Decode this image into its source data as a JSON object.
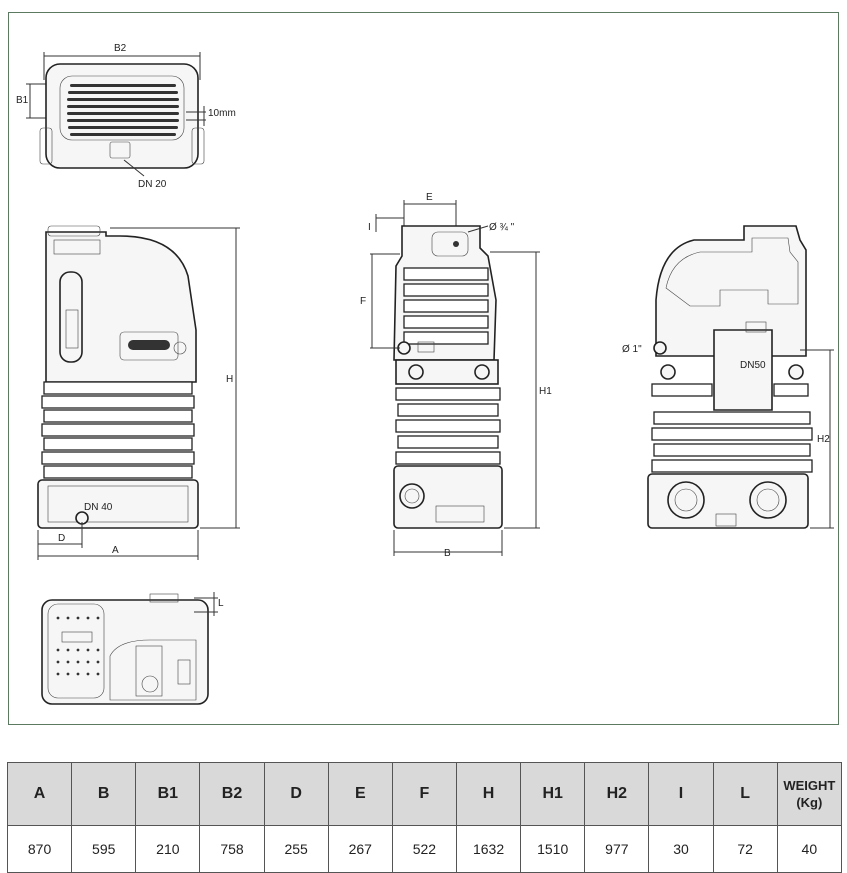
{
  "drawing": {
    "top_view": {
      "dim_b2": "B2",
      "dim_b1": "B1",
      "dim_10mm": "10mm",
      "dn20": "DN 20"
    },
    "front_view": {
      "dim_h": "H",
      "dn40": "DN 40",
      "dim_d": "D",
      "dim_a": "A"
    },
    "side_view": {
      "dim_e": "E",
      "dim_i": "I",
      "pipe_34": "Ø ¾ \"",
      "dim_f": "F",
      "dim_h1": "H1",
      "dim_b": "B"
    },
    "rear_view": {
      "pipe_1": "Ø 1\"",
      "dn50": "DN50",
      "dim_h2": "H2"
    },
    "bottom_view": {
      "dim_l": "L"
    }
  },
  "table": {
    "headers": [
      "A",
      "B",
      "B1",
      "B2",
      "D",
      "E",
      "F",
      "H",
      "H1",
      "H2",
      "I",
      "L"
    ],
    "weight_header_line1": "WEIGHT",
    "weight_header_line2": "(Kg)",
    "values": [
      "870",
      "595",
      "210",
      "758",
      "255",
      "267",
      "522",
      "1632",
      "1510",
      "977",
      "30",
      "72",
      "40"
    ]
  }
}
